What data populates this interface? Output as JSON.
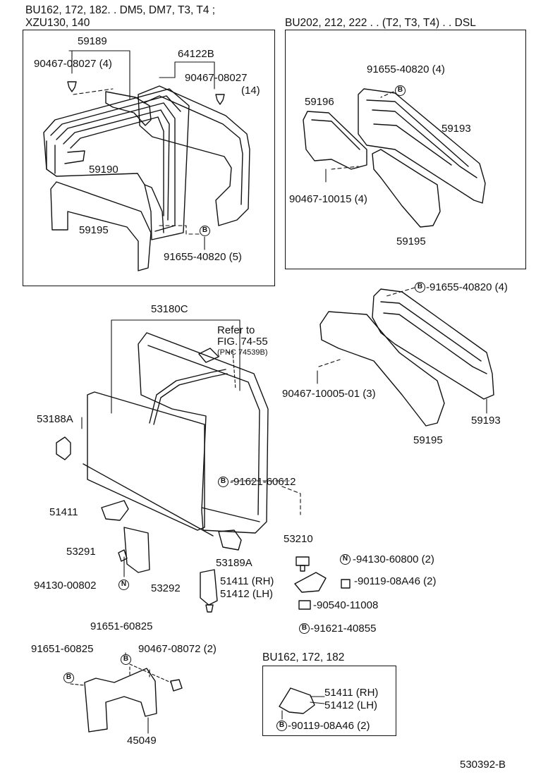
{
  "headers": {
    "group1_line1": "BU162, 172, 182. . DM5, DM7, T3, T4 ;",
    "group1_line2": "XZU130, 140",
    "group2": "BU202, 212, 222 . . (T2, T3, T4) . . DSL",
    "group3": "BU162, 172, 182"
  },
  "markers": {
    "b": "B",
    "n": "N"
  },
  "labels": {
    "p59189": "59189",
    "p64122b": "64122B",
    "p90467_08027_4": "90467-08027 (4)",
    "p90467_08027_14_a": "90467-08027",
    "p90467_08027_14_b": "(14)",
    "p59190": "59190",
    "p59195_a": "59195",
    "p91655_40820_5": "91655-40820 (5)",
    "p91655_40820_4_a": "91655-40820 (4)",
    "p59196": "59196",
    "p59193_a": "59193",
    "p90467_10015": "90467-10015 (4)",
    "p59195_b": "59195",
    "p91655_40820_4_b": "-91655-40820 (4)",
    "p53180c": "53180C",
    "refer1": "Refer to",
    "refer2": "FIG. 74-55",
    "refer3": "(PNC 74539B)",
    "p90467_10005": "90467-10005-01 (3)",
    "p59195_c": "59195",
    "p59193_b": "59193",
    "p53188a": "53188A",
    "p91621_60612": "-91621-60612",
    "p51411_a": "51411",
    "p53210": "53210",
    "p53291": "53291",
    "p53189a": "53189A",
    "p94130_60800": "-94130-60800 (2)",
    "p94130_00802": "94130-00802",
    "p53292": "53292",
    "p51411_rh": "51411 (RH)",
    "p51412_lh": "51412 (LH)",
    "p90119_08a46_2a": "-90119-08A46 (2)",
    "p90540_11008": "-90540-11008",
    "p91621_40855": "-91621-40855",
    "p91651_60825_a": "91651-60825",
    "p91651_60825_b": "91651-60825",
    "p90467_08072": "90467-08072 (2)",
    "p45049": "45049",
    "p51411_rh_b": "51411 (RH)",
    "p51412_lh_b": "51412 (LH)",
    "p90119_08a46_2b": "-90119-08A46 (2)",
    "fig_no": "530392-B"
  }
}
